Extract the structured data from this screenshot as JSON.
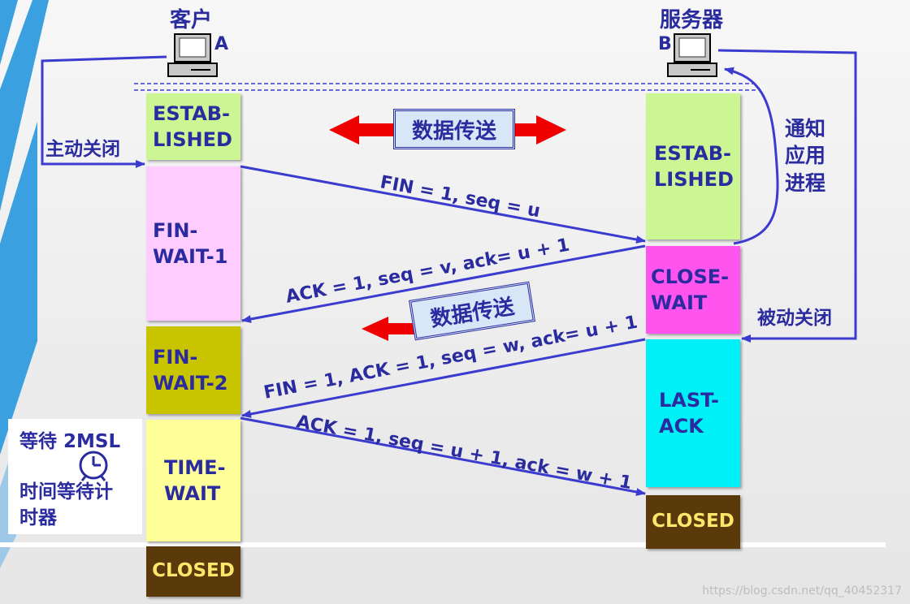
{
  "nodes": {
    "client_title": "客户",
    "client_letter": "A",
    "server_title": "服务器",
    "server_letter": "B"
  },
  "client_states": {
    "established": "ESTAB-\nLISHED",
    "fin_wait_1": "FIN-\nWAIT-1",
    "fin_wait_2": "FIN-\nWAIT-2",
    "time_wait": "TIME-\nWAIT",
    "closed": "CLOSED"
  },
  "server_states": {
    "established": "ESTAB-\nLISHED",
    "close_wait": "CLOSE-\nWAIT",
    "last_ack": "LAST-\nACK",
    "closed": "CLOSED"
  },
  "messages": {
    "fin1": "FIN = 1, seq = u",
    "ack1": "ACK = 1, seq = v, ack= u + 1",
    "fin2": "FIN = 1, ACK = 1, seq = w, ack= u + 1",
    "ack2": "ACK = 1, seq = u + 1, ack = w + 1"
  },
  "labels": {
    "active_close": "主动关闭",
    "passive_close": "被动关闭",
    "notify_app": "通知\n应用\n进程",
    "data_transfer_1": "数据传送",
    "data_transfer_2": "数据传送",
    "wait_2msl": "等待 2MSL",
    "timer_text": "时间等待计\n时器"
  },
  "watermark": "https://blog.csdn.net/qq_40452317",
  "colors": {
    "text": "#2b2ba0",
    "arrow": "#3b3bd0",
    "established": "#ccf593",
    "fin_wait_1": "#ffccff",
    "fin_wait_2": "#c8c400",
    "time_wait": "#ffff99",
    "closed": "#5a3a0a",
    "close_wait": "#ff55ee",
    "last_ack": "#00f0f8",
    "data_arrow": "#ee0000"
  }
}
